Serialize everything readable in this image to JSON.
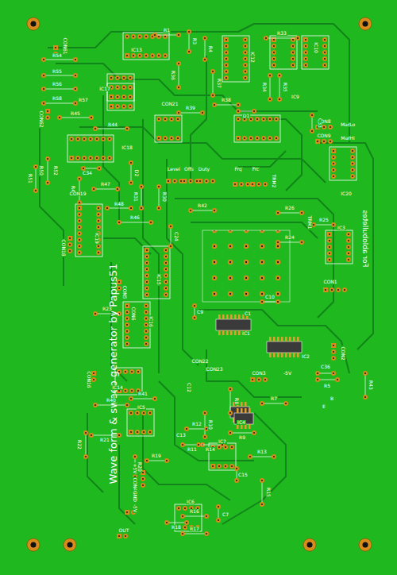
{
  "diagram": {
    "title": "Wave form & sweep generator by Papus51",
    "labels": [
      "For ablobulletes",
      "R54",
      "R55",
      "R56",
      "R58",
      "R57",
      "R45",
      "R44",
      "CON61",
      "CON62",
      "IC17",
      "IC18",
      "IC19",
      "IC13",
      "IC12",
      "IC9",
      "IC10",
      "IC20",
      "IC3",
      "IC1",
      "IC2",
      "IC14",
      "IC16",
      "IC15",
      "IC6",
      "IC5",
      "IC4",
      "IC7",
      "R33",
      "R34",
      "R35",
      "R36",
      "R37",
      "R38",
      "R39",
      "R46",
      "R47",
      "R48",
      "R49",
      "R50",
      "R51",
      "R52",
      "R42",
      "R26",
      "R24",
      "R25",
      "R30",
      "R31",
      "CON8",
      "CON9",
      "MarLo",
      "MarHi",
      "Level",
      "Offs",
      "Duty",
      "Frq",
      "Frc",
      "TRM1",
      "TRM2",
      "CON21",
      "CON19",
      "CON1",
      "CON2",
      "CON3",
      "CON22",
      "CON23",
      "CON4",
      "CON5",
      "CON6",
      "-5V",
      "+5V",
      "GND",
      "-5V",
      "OUT",
      "C1",
      "C9",
      "C10",
      "C36",
      "C7",
      "C15",
      "C24",
      "C33",
      "C34",
      "C12",
      "C13",
      "R40",
      "R41",
      "R21",
      "R22",
      "R23",
      "R43",
      "R5",
      "R7",
      "R8",
      "R9",
      "R10",
      "R11",
      "R12",
      "R13",
      "R14",
      "R15",
      "R16",
      "R17",
      "R18",
      "R19",
      "R20",
      "R1",
      "R3",
      "R4",
      "D1",
      "D2",
      "B",
      "E",
      "CON18",
      "CON16"
    ]
  }
}
